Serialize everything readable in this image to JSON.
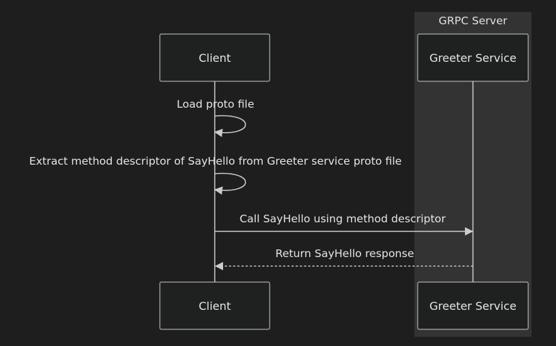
{
  "diagram": {
    "type": "sequence",
    "group": {
      "label": "GRPC Server"
    },
    "participants": [
      {
        "id": "client",
        "label": "Client"
      },
      {
        "id": "greeter",
        "label": "Greeter Service"
      }
    ],
    "messages": [
      {
        "from": "client",
        "to": "client",
        "text": "Load proto file",
        "style": "solid"
      },
      {
        "from": "client",
        "to": "client",
        "text": "Extract method descriptor of SayHello from Greeter service proto file",
        "style": "solid"
      },
      {
        "from": "client",
        "to": "greeter",
        "text": "Call SayHello using method descriptor",
        "style": "solid"
      },
      {
        "from": "greeter",
        "to": "client",
        "text": "Return SayHello response",
        "style": "dashed"
      }
    ]
  },
  "colors": {
    "background": "#1e1e1e",
    "group_fill": "#333333",
    "box_fill": "#1f2020",
    "box_stroke": "#cccccc",
    "line": "#cccccc",
    "text": "#e6e6e6"
  }
}
